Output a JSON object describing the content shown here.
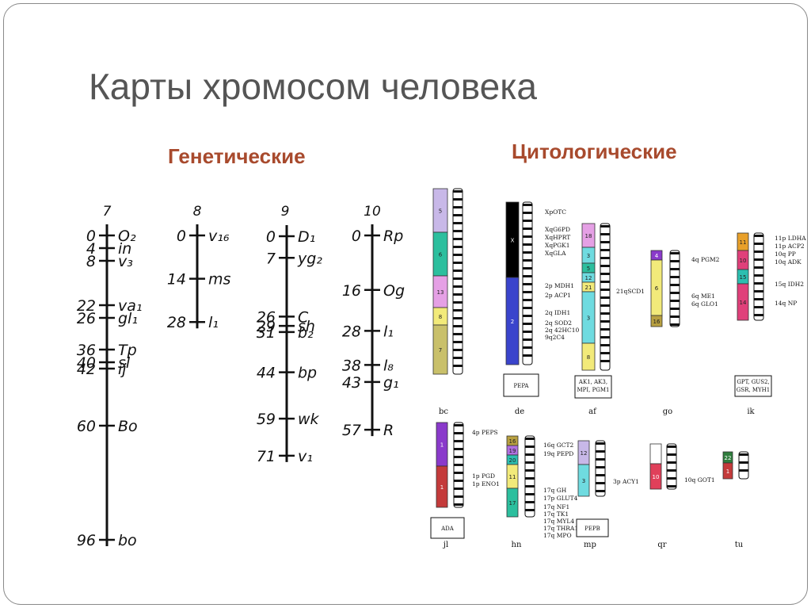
{
  "slide": {
    "title": "Карты хромосом человека",
    "genetic_heading": "Генетические",
    "cytological_heading": "Цитологические"
  },
  "colors": {
    "heading": "#a84a2d",
    "title": "#555555",
    "pink": "#e5a0e5",
    "teal": "#2cbf9e",
    "yellow": "#dfd25a",
    "olive": "#c9c06a",
    "black": "#000000",
    "blue": "#3a44cc",
    "cyan": "#6fdbe0",
    "purple": "#8a3acb",
    "red": "#c43b3b",
    "magenta": "#e0407a",
    "green": "#2f7d3d",
    "orange": "#e8a02a",
    "light_yellow": "#f2ea7a"
  },
  "genetic_maps": [
    {
      "number": "7",
      "loci": [
        {
          "pos": "0",
          "gene": "O₂"
        },
        {
          "pos": "4",
          "gene": "in"
        },
        {
          "pos": "8",
          "gene": "v₃"
        },
        {
          "pos": "22",
          "gene": "va₁"
        },
        {
          "pos": "26",
          "gene": "gl₁"
        },
        {
          "pos": "36",
          "gene": "Tp"
        },
        {
          "pos": "40",
          "gene": "sl"
        },
        {
          "pos": "42",
          "gene": "ij"
        },
        {
          "pos": "60",
          "gene": "Bo"
        },
        {
          "pos": "96",
          "gene": "bo"
        }
      ]
    },
    {
      "number": "8",
      "loci": [
        {
          "pos": "0",
          "gene": "v₁₆"
        },
        {
          "pos": "14",
          "gene": "ms"
        },
        {
          "pos": "28",
          "gene": "l₁"
        }
      ]
    },
    {
      "number": "9",
      "loci": [
        {
          "pos": "0",
          "gene": "D₁"
        },
        {
          "pos": "7",
          "gene": "yg₂"
        },
        {
          "pos": "26",
          "gene": "C"
        },
        {
          "pos": "29",
          "gene": "sh"
        },
        {
          "pos": "31",
          "gene": "b₂"
        },
        {
          "pos": "44",
          "gene": "bp"
        },
        {
          "pos": "59",
          "gene": "wk"
        },
        {
          "pos": "71",
          "gene": "v₁"
        }
      ]
    },
    {
      "number": "10",
      "loci": [
        {
          "pos": "0",
          "gene": "Rp"
        },
        {
          "pos": "16",
          "gene": "Og"
        },
        {
          "pos": "28",
          "gene": "l₁"
        },
        {
          "pos": "38",
          "gene": "l₈"
        },
        {
          "pos": "43",
          "gene": "g₁"
        },
        {
          "pos": "57",
          "gene": "R"
        }
      ]
    }
  ],
  "cyto_panels": [
    {
      "label": "bc",
      "box": "",
      "genes": [],
      "segments": [
        {
          "num": "5",
          "color": "#c8b8e8"
        },
        {
          "num": "6",
          "color": "#2cbf9e"
        },
        {
          "num": "13",
          "color": "#e5a0e5"
        },
        {
          "num": "8",
          "color": "#f2ea7a"
        },
        {
          "num": "7",
          "color": "#c9c06a"
        }
      ]
    },
    {
      "label": "de",
      "box": "PEPA",
      "genes": [
        "XpOTC",
        "XqG6PD",
        "XqHPRT",
        "XqPGK1",
        "XqGLA",
        "2p MDH1",
        "2p ACP1",
        "2q IDH1",
        "2q SOD2",
        "2q 42HC10",
        "9q2C4"
      ],
      "segments": [
        {
          "num": "X",
          "color": "#000000"
        },
        {
          "num": "2",
          "color": "#3a44cc"
        }
      ]
    },
    {
      "label": "af",
      "box": "AK1, AK3, MPI, PGM1",
      "genes": [
        "21qSCD1"
      ],
      "segments": [
        {
          "num": "18",
          "color": "#e5a0e5"
        },
        {
          "num": "3",
          "color": "#6fdbe0"
        },
        {
          "num": "5",
          "color": "#2cbf9e"
        },
        {
          "num": "12",
          "color": "#6fdbe0"
        },
        {
          "num": "21",
          "color": "#f2ea7a"
        },
        {
          "num": "3",
          "color": "#6fdbe0"
        },
        {
          "num": "8",
          "color": "#f2ea7a"
        }
      ]
    },
    {
      "label": "go",
      "box": "",
      "genes": [
        "4q PGM2",
        "6q ME1",
        "6q GLO1"
      ],
      "segments": [
        {
          "num": "4",
          "color": "#8a3acb"
        },
        {
          "num": "6",
          "color": "#f2ea7a"
        },
        {
          "num": "16",
          "color": "#b8a040"
        }
      ]
    },
    {
      "label": "ik",
      "box": "GPT, GUS2, GSR, MYH1",
      "genes": [
        "11p LDHA",
        "11p ACP2",
        "10q PP",
        "10q ADK",
        "15q IDH2",
        "14q NP"
      ],
      "segments": [
        {
          "num": "11",
          "color": "#e8a02a"
        },
        {
          "num": "10",
          "color": "#e0407a"
        },
        {
          "num": "15",
          "color": "#2cbfb0"
        },
        {
          "num": "14",
          "color": "#e0407a"
        }
      ]
    },
    {
      "label": "jl",
      "box": "ADA",
      "genes": [
        "4p PEPS",
        "1p PGD",
        "1p ENO1"
      ],
      "segments": [
        {
          "num": "1",
          "color": "#8a3acb"
        },
        {
          "num": "1",
          "color": "#c43b3b"
        }
      ]
    },
    {
      "label": "hn",
      "box": "",
      "genes": [
        "16q GCT2",
        "19q PEPD",
        "17q GH",
        "17p GLUT4",
        "17q NF1",
        "17q TK1",
        "17q MYL4",
        "17q THRA1",
        "17q MPO"
      ],
      "segments": [
        {
          "num": "16",
          "color": "#b8a040"
        },
        {
          "num": "19",
          "color": "#b070e0"
        },
        {
          "num": "20",
          "color": "#2cbfb0"
        },
        {
          "num": "11",
          "color": "#f2ea7a"
        },
        {
          "num": "17",
          "color": "#2cbf9e"
        }
      ]
    },
    {
      "label": "mp",
      "box": "PEPB",
      "genes": [],
      "segments": [
        {
          "num": "12",
          "color": "#c8b8e8"
        },
        {
          "num": "3",
          "color": "#6fdbe0"
        }
      ]
    },
    {
      "label": "qr",
      "box": "",
      "genes": [
        "3p ACY1",
        "10q GOT1"
      ],
      "segments": [
        {
          "num": "",
          "color": "#ffffff"
        },
        {
          "num": "10",
          "color": "#e0405a"
        }
      ]
    },
    {
      "label": "tu",
      "box": "",
      "genes": [],
      "segments": [
        {
          "num": "22",
          "color": "#2f7d3d"
        },
        {
          "num": "1",
          "color": "#c43b3b"
        }
      ]
    }
  ]
}
